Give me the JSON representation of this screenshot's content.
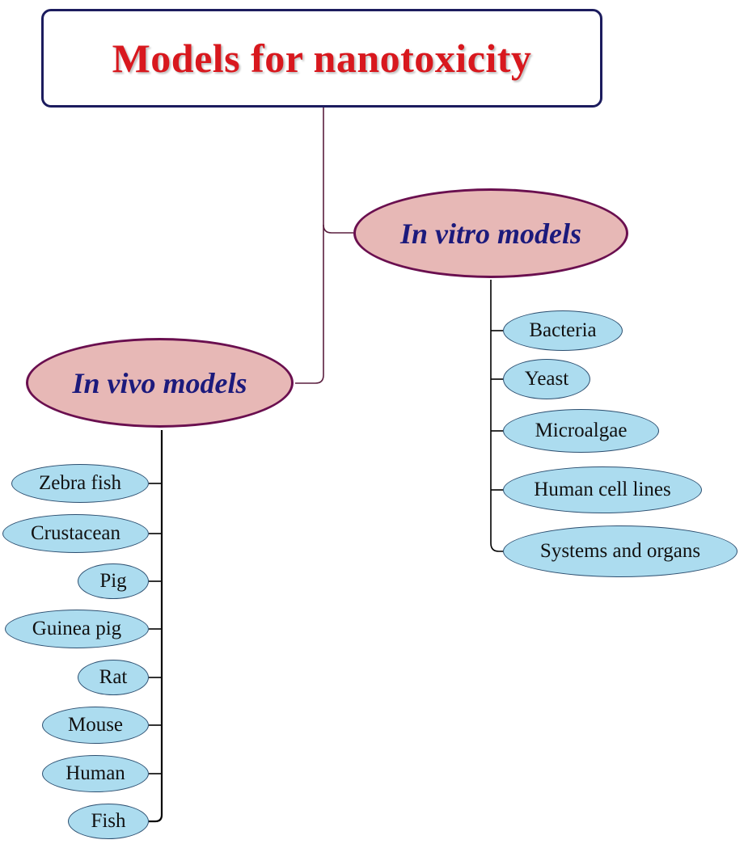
{
  "title": "Models for nanotoxicity",
  "colors": {
    "title_text": "#d8181e",
    "title_border": "#1c1c5e",
    "branch_fill": "#e7b8b6",
    "branch_border": "#6a0f4f",
    "branch_text": "#1c1a7c",
    "leaf_fill": "#acdcef",
    "leaf_border": "#2d4f70",
    "connector": "#5a1e3e"
  },
  "in_vitro": {
    "label": "In vitro models",
    "items": [
      "Bacteria",
      "Yeast",
      "Microalgae",
      "Human cell lines",
      "Systems and organs"
    ]
  },
  "in_vivo": {
    "label": "In vivo models",
    "items": [
      "Zebra fish",
      "Crustacean",
      "Pig",
      "Guinea pig",
      "Rat",
      "Mouse",
      "Human",
      "Fish"
    ]
  }
}
